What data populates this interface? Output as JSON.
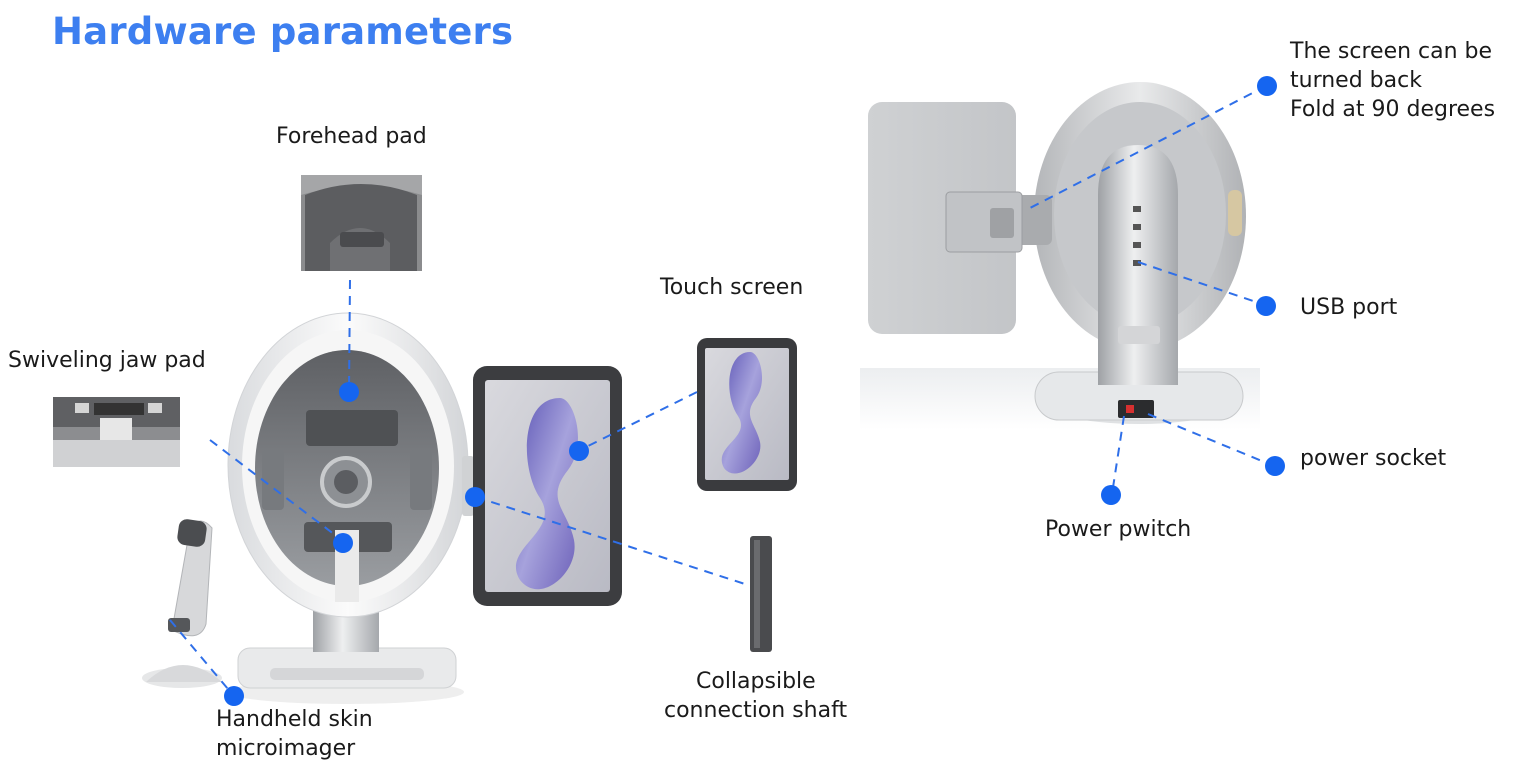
{
  "title": "Hardware parameters",
  "labels": {
    "forehead_pad": "Forehead pad",
    "swiveling_jaw_pad": "Swiveling jaw pad",
    "touch_screen": "Touch screen",
    "collapsible_shaft": [
      "Collapsible",
      "connection shaft"
    ],
    "handheld_microimager": [
      "Handheld skin",
      "microimager"
    ],
    "screen_turned_back": [
      "The screen can be",
      "turned back",
      "Fold at 90 degrees"
    ],
    "usb_port": "USB port",
    "power_socket": "power socket",
    "power_switch": "Power pwitch"
  },
  "colors": {
    "title": "#3d7ff0",
    "callout_dot": "#1565f0",
    "callout_line": "#2f6fe8"
  }
}
